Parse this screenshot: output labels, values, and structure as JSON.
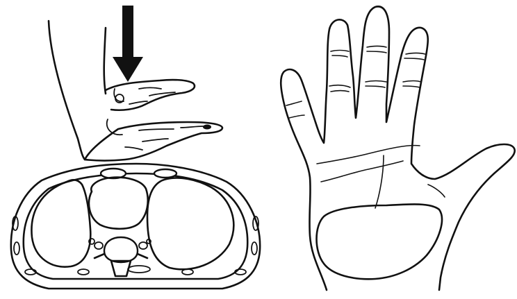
{
  "figure": {
    "left_panel": {
      "elements": [
        "compression-arrow",
        "stacked-hands",
        "chest-cross-section",
        "sternum",
        "vertebra",
        "left-lung",
        "right-lung",
        "heart"
      ]
    },
    "right_panel": {
      "elements": [
        "open-hand-palm",
        "heel-of-hand-contact-area"
      ]
    },
    "colors": {
      "ink": "#111111",
      "paper": "#ffffff",
      "stipple": "#222222"
    }
  }
}
